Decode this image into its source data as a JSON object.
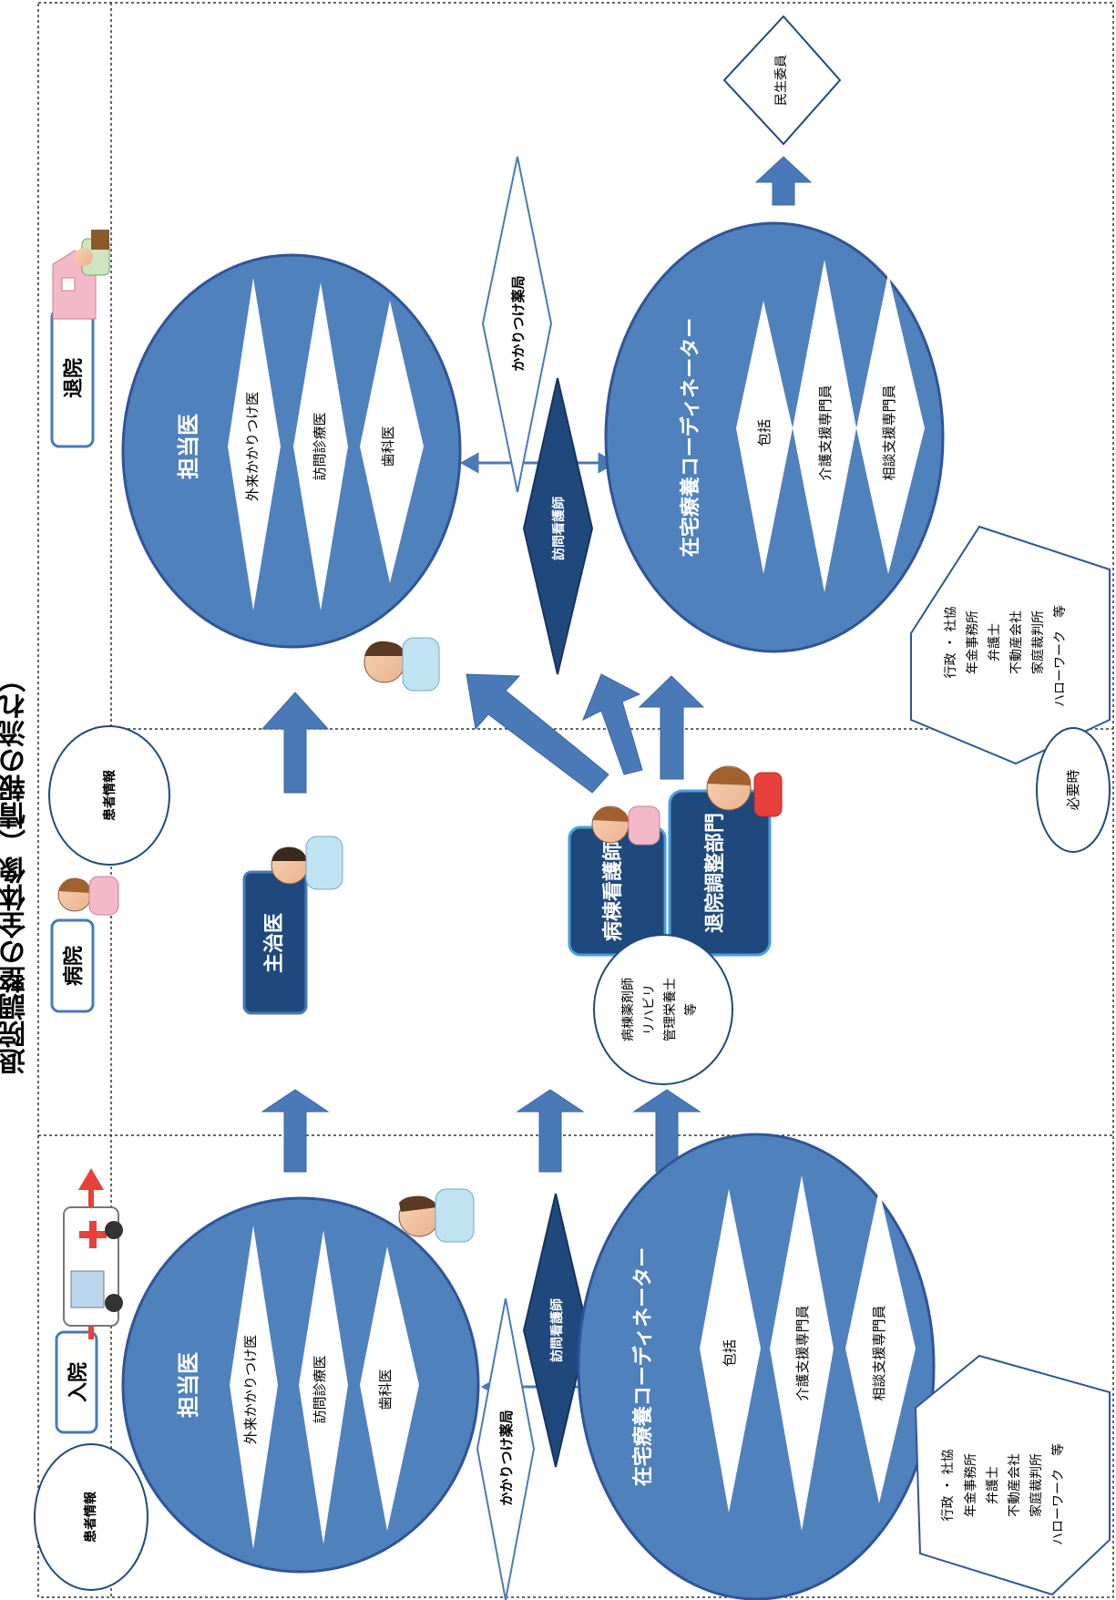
{
  "title": "退院調整の全体像（情報の流れ）",
  "colors": {
    "fill_blue": "#4f81bd",
    "dark_blue": "#1f497d",
    "arrow_blue": "#4a79b8",
    "hex_stroke": "#2f5597",
    "accent_red": "#e8403a"
  },
  "sections": {
    "admission": "入院",
    "hospital": "病院",
    "discharge": "退院"
  },
  "patient_info": "患者情報",
  "admission": {
    "doctor_circle": {
      "title": "担当医",
      "items": [
        "外来かかりつけ医",
        "訪問診療医",
        "歯科医"
      ]
    },
    "pharmacy": "かかりつけ薬局",
    "visiting_nurse": "訪問看護師",
    "care_circle": {
      "title": "在宅療養コーディネーター",
      "items": [
        "包括",
        "介護支援専門員",
        "相談支援専門員"
      ]
    },
    "others": [
      "行政 ・ 社協",
      "年金事務所",
      "弁護士",
      "不動産会社",
      "家庭裁判所",
      "ハローワーク　等"
    ]
  },
  "hospital": {
    "attending": "主治医",
    "ward_nurse": "病棟看護師",
    "discharge_dept": "退院調整部門",
    "staff": [
      "病棟薬剤師",
      "リハビリ",
      "管理栄養士",
      "等"
    ]
  },
  "discharge": {
    "doctor_circle": {
      "title": "担当医",
      "items": [
        "外来かかりつけ医",
        "訪問診療医",
        "歯科医"
      ]
    },
    "pharmacy": "かかりつけ薬局",
    "visiting_nurse": "訪問看護師",
    "care_circle": {
      "title": "在宅療養コーディネーター",
      "items": [
        "包括",
        "介護支援専門員",
        "相談支援専門員"
      ]
    },
    "others": [
      "行政 ・ 社協",
      "年金事務所",
      "弁護士",
      "不動産会社",
      "家庭裁判所",
      "ハローワーク　等"
    ],
    "when_needed": "必要時",
    "welfare_commissioner": "民生委員"
  },
  "icons": [
    "ambulance-icon",
    "doctor-icon",
    "nurse-icon",
    "house-icon"
  ]
}
